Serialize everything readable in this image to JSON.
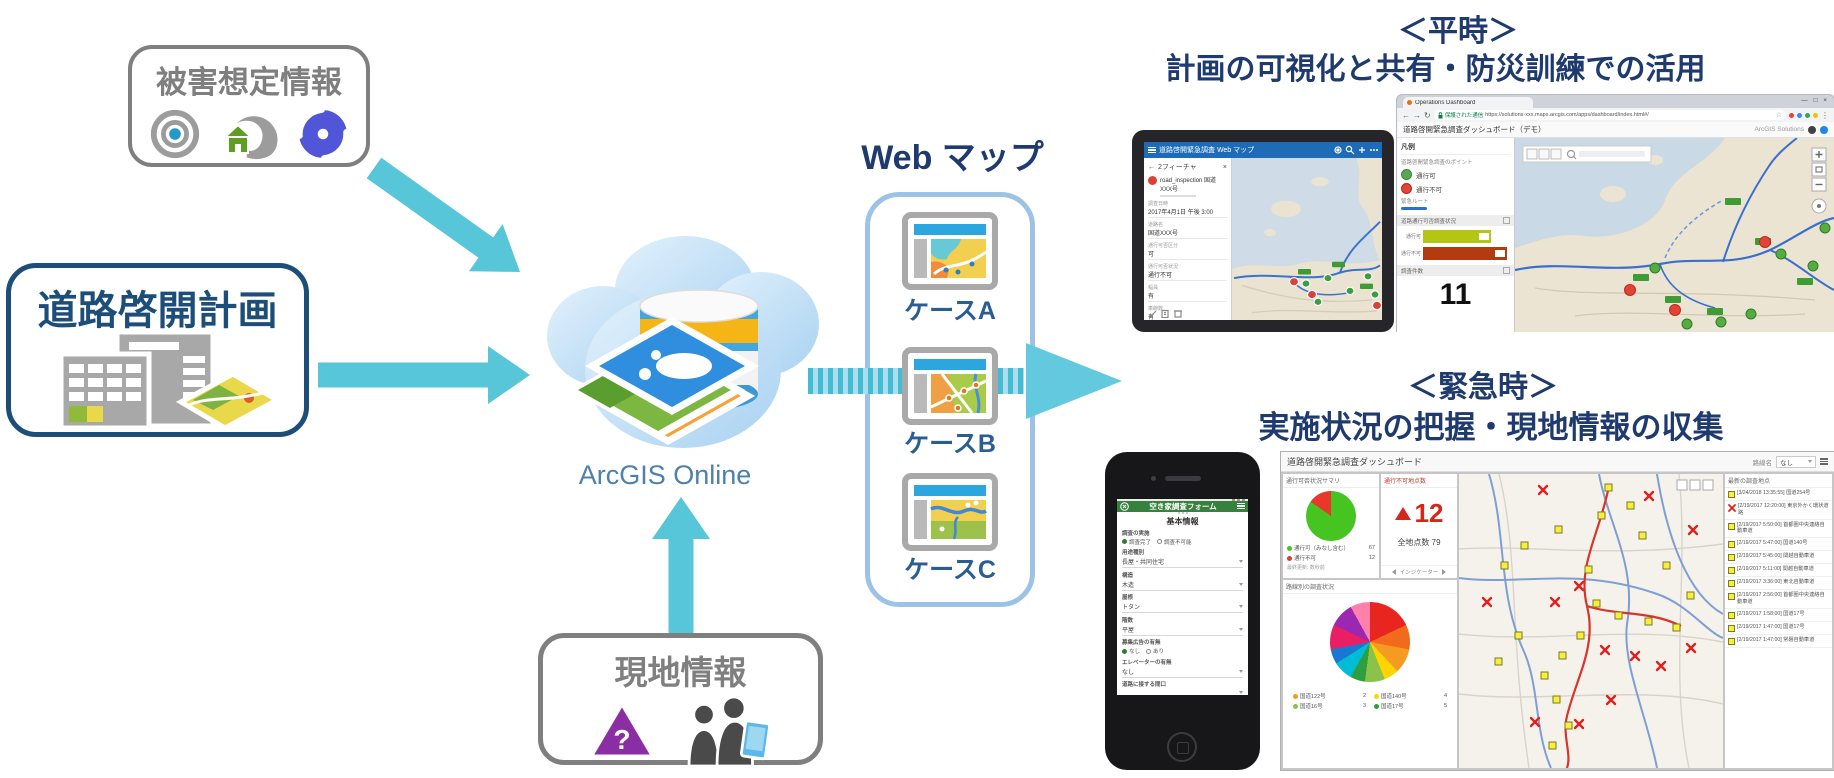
{
  "colors": {
    "navy_text": "#1e3a6e",
    "plan_blue": "#1d4e79",
    "gray": "#7f7f7f",
    "arrow_teal": "#58c6d9",
    "webmap_border": "#9cc3e6",
    "arcgis_label_blue": "#4d80aa",
    "pass_green": "#46c421",
    "blocked_red": "#e8382c",
    "survey_green": "#37813f"
  },
  "damage_box": {
    "title": "被害想定情報"
  },
  "plan_box": {
    "title": "道路啓開計画"
  },
  "field_box": {
    "title": "現地情報"
  },
  "cloud": {
    "label": "ArcGIS Online"
  },
  "webmap": {
    "title": "Web マップ",
    "cases": [
      {
        "label": "ケースA"
      },
      {
        "label": "ケースB"
      },
      {
        "label": "ケースC"
      }
    ]
  },
  "normal": {
    "header": "＜平時＞",
    "subheader": "計画の可視化と共有・防災訓練での活用",
    "tablet": {
      "app_title": "道路啓開緊急調査 Web マップ",
      "back_icon": "←",
      "panel_title": "2フィーチャ",
      "close_icon": "×",
      "feature_name": "road_inspection 国道XXX号",
      "fields": [
        {
          "label": "調査日時",
          "value": "2017年4月1日 午後 3:00"
        },
        {
          "label": "道路名",
          "value": "国道XXX号"
        },
        {
          "label": "通行可否区分",
          "value": "可"
        },
        {
          "label": "通行可否状況",
          "value": "通行不可"
        },
        {
          "label": "幅員",
          "value": "有"
        },
        {
          "label": "車線数",
          "value": "有"
        }
      ]
    },
    "browser": {
      "tab_title": "Operations Dashboard",
      "window_controls": "—  □  ×",
      "secure_text": "保護された通信",
      "url": "https://solutions-xxx.maps.arcgis.com/apps/dashboard/index.html#/",
      "page_title": "道路啓開緊急調査ダッシュボード（デモ）",
      "brand": "ArcGIS Solutions",
      "legend_title": "凡例",
      "legend_subtitle": "道路啓開緊急調査のポイント",
      "legend_pass": "通行可",
      "legend_blocked": "通行不可",
      "route_label": "緊急ルート",
      "bars_panel_title": "道路通行可否調査状況",
      "bar1_label": "通行可",
      "bar2_label": "通行不可",
      "count_panel_title": "調査件数",
      "count_value": "11"
    }
  },
  "emergency": {
    "header": "＜緊急時＞",
    "subheader": "実施状況の把握・現地情報の収集",
    "phone": {
      "app_title": "空き家調査フォーム",
      "section_title": "基本情報",
      "fields": [
        {
          "label": "調査の実施",
          "options": [
            "調査完了",
            "調査不可能"
          ]
        },
        {
          "label": "用途種別",
          "value": "長屋・共同住宅"
        },
        {
          "label": "構造",
          "value": "木造"
        },
        {
          "label": "屋根",
          "value": "トタン"
        },
        {
          "label": "階数",
          "value": "平屋"
        },
        {
          "label": "募集広告の有無",
          "options": [
            "なし",
            "あり"
          ]
        },
        {
          "label": "エレベーターの有無",
          "value": "なし"
        },
        {
          "label": "道路に接する間口",
          "value": ""
        }
      ]
    },
    "dashboard": {
      "title": "道路啓開緊急調査ダッシュボード",
      "route_filter_label": "路線名",
      "route_filter_value": "なし",
      "summary": {
        "title": "通行可否状況サマリ",
        "legend": [
          {
            "label": "通行可（みなし含む）",
            "value": "67"
          },
          {
            "label": "通行不可",
            "value": "12"
          }
        ],
        "footer": "最終更新: 数秒前"
      },
      "blocked": {
        "title": "通行不可地点数",
        "value": "12",
        "total": "全地点数 79",
        "pager": "インジケーター"
      },
      "by_route": {
        "title": "路線別の調査状況",
        "legend": [
          {
            "label": "国道122号",
            "value": "2"
          },
          {
            "label": "国道140号",
            "value": "4"
          },
          {
            "label": "国道16号",
            "value": "3"
          },
          {
            "label": "国道17号",
            "value": "5"
          }
        ]
      },
      "latest": {
        "title": "最新の調査地点",
        "items": [
          {
            "time": "[3/24/2018 13:35:55]",
            "route": "国道254号"
          },
          {
            "time": "[2/19/2017 12:20:00]",
            "route": "東京外かく環状道路"
          },
          {
            "time": "[2/19/2017 5:50:00]",
            "route": "首都圏中央連絡自動車道"
          },
          {
            "time": "[2/19/2017 5:47:00]",
            "route": "国道140号"
          },
          {
            "time": "[2/19/2017 5:45:00]",
            "route": "関越自動車道"
          },
          {
            "time": "[2/19/2017 5:11:00]",
            "route": "関越自動車道"
          },
          {
            "time": "[2/19/2017 3:36:00]",
            "route": "東北自動車道"
          },
          {
            "time": "[2/19/2017 2:56:00]",
            "route": "首都圏中央連絡自動車道"
          },
          {
            "time": "[2/19/2017 1:58:00]",
            "route": "国道17号"
          },
          {
            "time": "[2/19/2017 1:47:00]",
            "route": "国道17号"
          },
          {
            "time": "[2/19/2017 1:47:00]",
            "route": "常磐自動車道"
          }
        ]
      }
    }
  }
}
